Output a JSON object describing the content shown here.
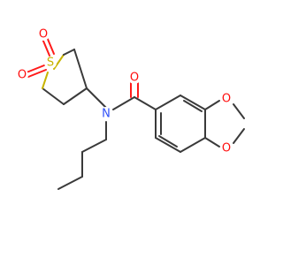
{
  "atoms": {
    "sulfur": "S",
    "sulfonyl_o1": "O",
    "sulfonyl_o2": "O",
    "nitrogen": "N",
    "carbonyl_o": "O",
    "dioxole_o1": "O",
    "dioxole_o2": "O"
  },
  "colors": {
    "carbon_bond": "#3a3a3a",
    "oxygen": "#ff0d0d",
    "nitrogen": "#3050f8",
    "sulfur": "#c8b400"
  }
}
